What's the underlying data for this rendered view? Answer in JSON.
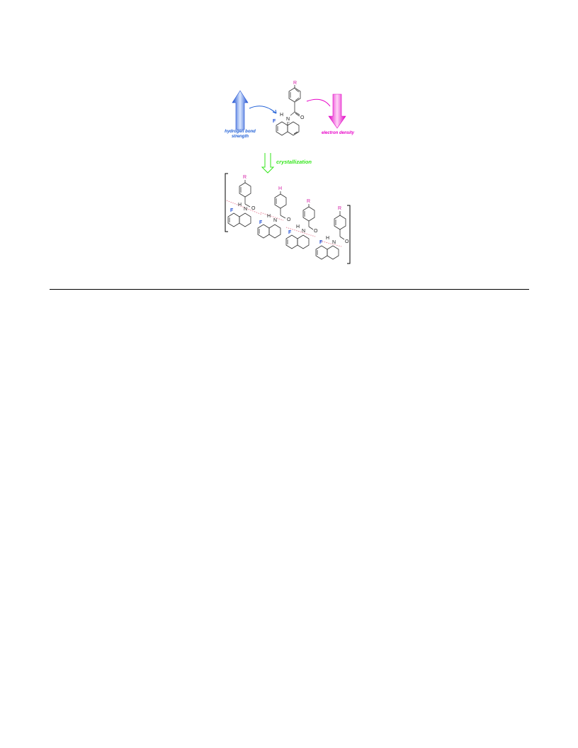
{
  "colors": {
    "hbond": "#1f5fd6",
    "density": "#e800c8",
    "cryst": "#33e61a",
    "substituent": "#d41ea6",
    "fluorine": "#1f4fd6",
    "dashed_hbond": "#e0607a"
  },
  "labels": {
    "hbond_line1": "hydrogen bond",
    "hbond_line2": "strength",
    "density": "electron density",
    "cryst": "crystallization"
  },
  "atoms": {
    "R": "R",
    "F": "F",
    "N": "N",
    "H": "H",
    "O": "O"
  }
}
